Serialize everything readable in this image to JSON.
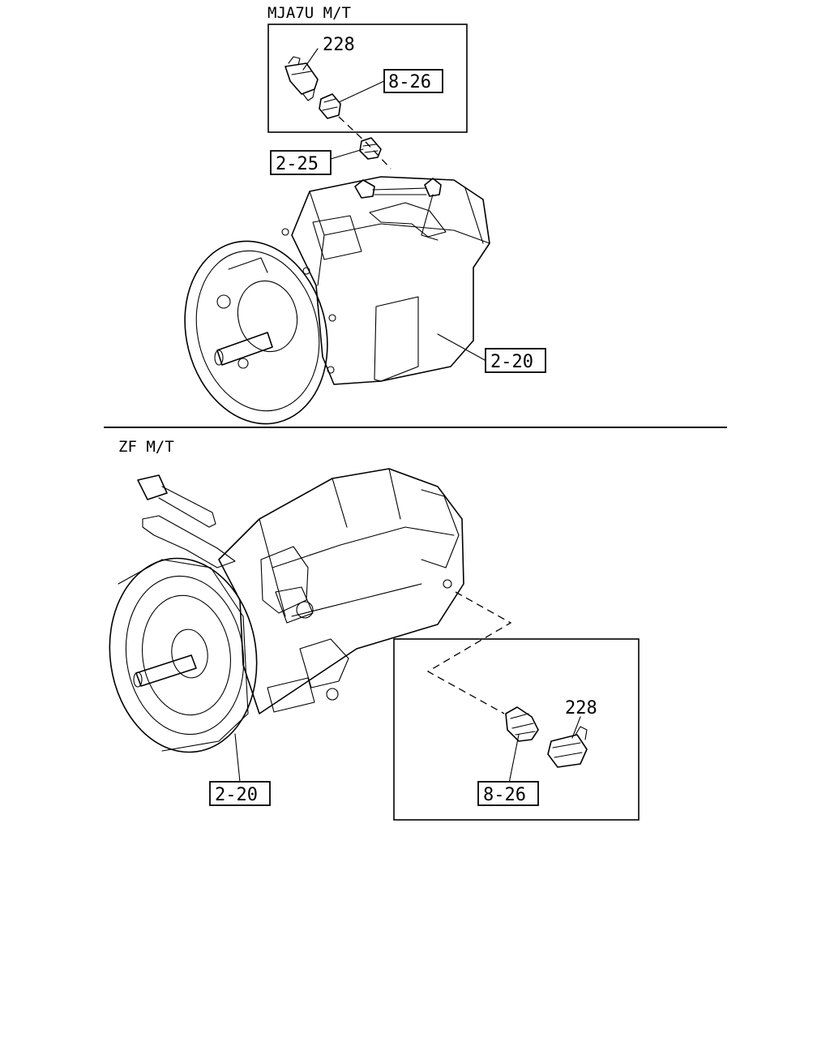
{
  "sections": {
    "top": {
      "title": "MJA7U M/T"
    },
    "bottom": {
      "title": "ZF M/T"
    }
  },
  "callouts": {
    "top_228": "228",
    "top_8_26": "8-26",
    "top_2_25": "2-25",
    "top_2_20": "2-20",
    "bottom_228": "228",
    "bottom_8_26": "8-26",
    "bottom_2_20": "2-20"
  }
}
